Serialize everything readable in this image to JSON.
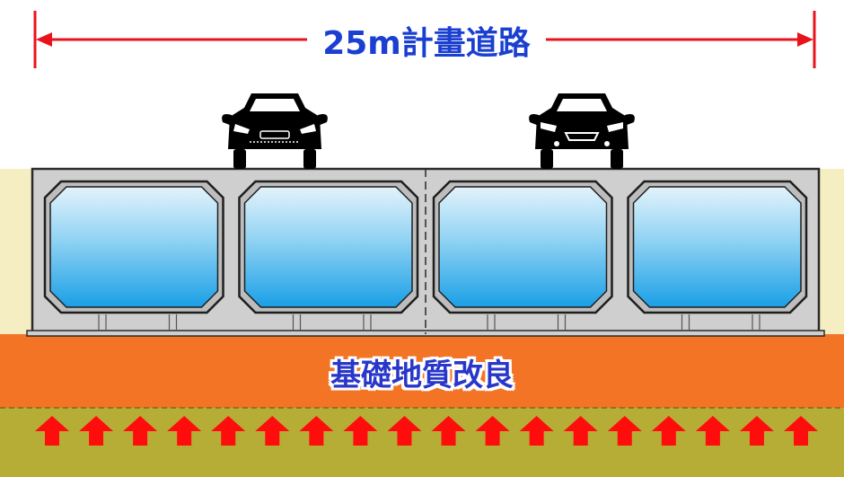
{
  "dimension": {
    "label": "25m計畫道路"
  },
  "improvement_layer": {
    "label": "基礎地質改良"
  },
  "structure": {
    "cells": 4,
    "upward_arrows": 18,
    "vehicles": 2
  },
  "colors": {
    "dimension_line": "#e8131b",
    "dimension_text": "#1a3fd1",
    "improved_soil": "#f37425",
    "native_soil": "#b5ad36",
    "side_fill": "#f4eec2",
    "concrete": "#cfcfcf",
    "water_top": "#e3f3fb",
    "water_bottom": "#1a9fe6",
    "arrow": "#ff0d0d",
    "label_text": "#2836c9"
  },
  "icons": {
    "car_front": "car-front-icon",
    "arrow_up": "arrow-up-icon"
  }
}
